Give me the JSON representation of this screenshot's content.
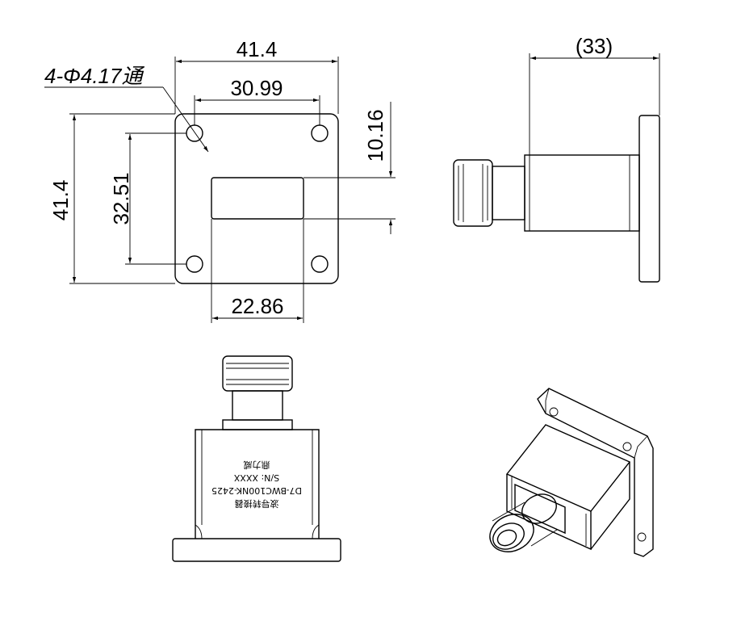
{
  "dimensions": {
    "flange_width": "41.4",
    "hole_spacing_h": "30.99",
    "hole_note": "4-Φ4.17通",
    "flange_height": "41.4",
    "hole_spacing_v": "32.51",
    "aperture_height": "10.16",
    "aperture_width": "22.86",
    "side_length": "(33)"
  },
  "body_label": {
    "line1": "波导转接器",
    "line2": "D7-BWC100NK-2425",
    "line3": "S/N: XXXX",
    "line4": "鼎力威"
  }
}
